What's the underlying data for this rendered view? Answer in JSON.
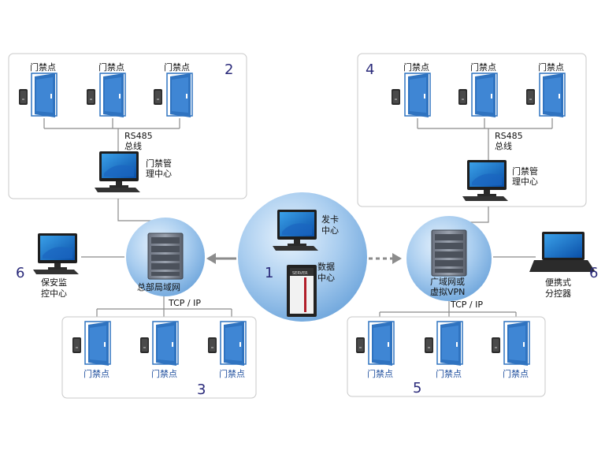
{
  "panels": {
    "top_left": {
      "number": "2",
      "doors": [
        "门禁点",
        "门禁点",
        "门禁点"
      ],
      "bus_line1": "RS485",
      "bus_line2": "总线",
      "manager_line1": "门禁管",
      "manager_line2": "理中心"
    },
    "top_right": {
      "number": "4",
      "doors": [
        "门禁点",
        "门禁点",
        "门禁点"
      ],
      "bus_line1": "RS485",
      "bus_line2": "总线",
      "manager_line1": "门禁管",
      "manager_line2": "理中心"
    },
    "bottom_left": {
      "number": "3",
      "doors": [
        "门禁点",
        "门禁点",
        "门禁点"
      ],
      "protocol": "TCP / IP"
    },
    "bottom_right": {
      "number": "5",
      "doors": [
        "门禁点",
        "门禁点",
        "门禁点"
      ],
      "protocol": "TCP / IP"
    }
  },
  "center": {
    "number": "1",
    "card_center_line1": "发卡",
    "card_center_line2": "中心",
    "data_center_line1": "数据",
    "data_center_line2": "中心"
  },
  "left_hub": {
    "label": "总部局域网"
  },
  "right_hub": {
    "label_line1": "广域网或",
    "label_line2": "虚拟VPN"
  },
  "security_monitor": {
    "number": "6",
    "label_line1": "保安监",
    "label_line2": "控中心"
  },
  "portable_controller": {
    "number": "6",
    "label_line1": "便携式",
    "label_line2": "分控器"
  },
  "colors": {
    "door_blue": "#2f73c0",
    "label_blue": "#1f4f9e",
    "sphere": "#a9cdef",
    "panel_border": "#c8c8c8"
  }
}
